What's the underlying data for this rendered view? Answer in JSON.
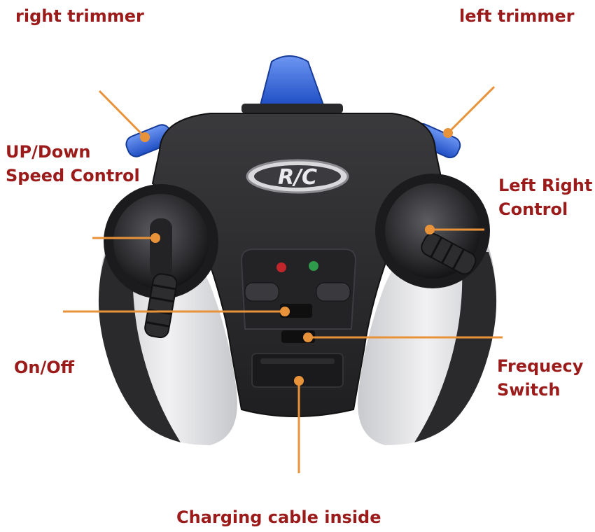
{
  "callouts": {
    "right_trimmer": "right trimmer",
    "left_trimmer": "left trimmer",
    "up_down": [
      "UP/Down",
      "Speed Control"
    ],
    "left_right": [
      "Left Right",
      "Control"
    ],
    "on_off": "On/Off",
    "frequency_switch": [
      "Frequecy",
      "Switch"
    ],
    "charging": "Charging cable inside"
  },
  "remote": {
    "logo_text": "R/C"
  },
  "colors": {
    "label": "#9b1b1b",
    "leader_line": "#e8923a",
    "body_dark": "#2c2c2e",
    "body_grip": "#dcdde0",
    "trimmer_blue": "#2a5fd8",
    "led_red": "#c0262b",
    "led_green": "#2f9a4b"
  }
}
